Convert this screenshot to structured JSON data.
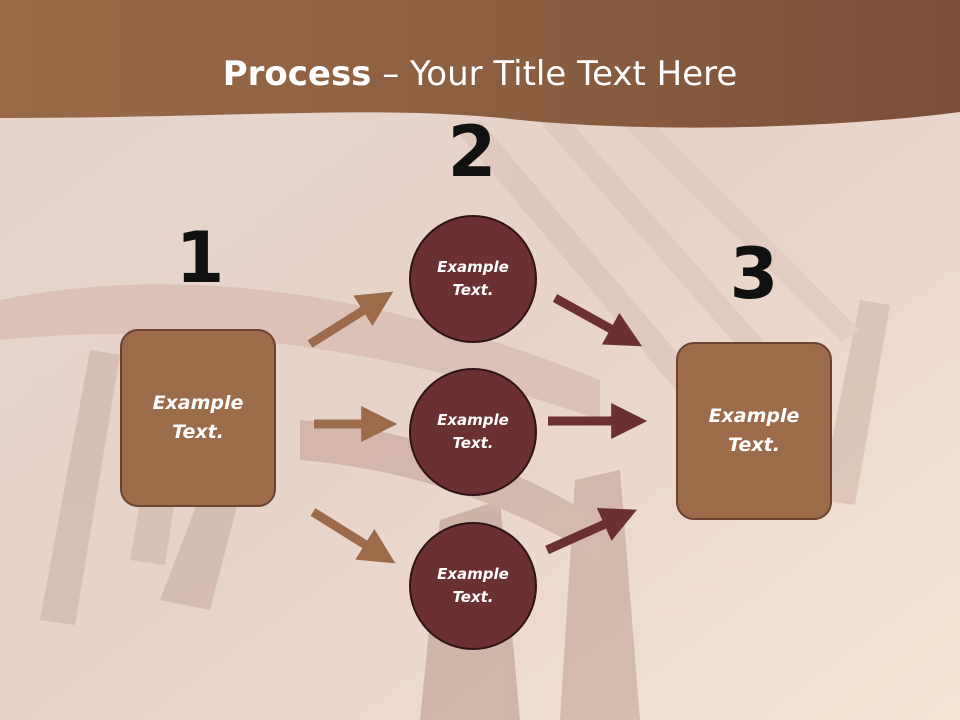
{
  "title": {
    "bold": "Process",
    "rest": " – Your Title Text Here"
  },
  "steps": [
    {
      "number": "1",
      "text": "Example Text."
    },
    {
      "number": "2",
      "circles": [
        "Example Text.",
        "Example Text.",
        "Example Text."
      ]
    },
    {
      "number": "3",
      "text": "Example Text."
    }
  ],
  "colors": {
    "header": "#8c5e3f",
    "box_fill": "#9b6b4a",
    "circle_fill": "#6b3032",
    "arrow_light": "#9b6b4a",
    "arrow_dark": "#6b3032"
  }
}
